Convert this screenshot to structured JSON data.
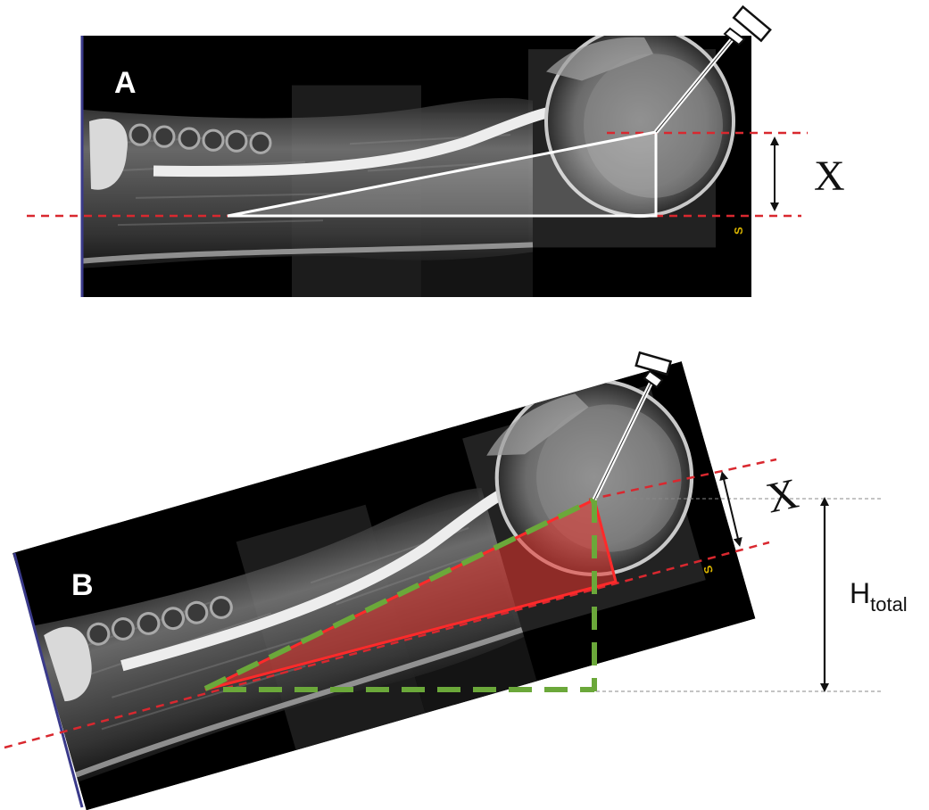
{
  "panels": {
    "a": {
      "label": "A",
      "distance_label": "X",
      "scanner_mark": "S"
    },
    "b": {
      "label": "B",
      "distance_label": "X",
      "height_label": "H",
      "height_subscript": "total",
      "scanner_mark": "S"
    }
  },
  "colors": {
    "background": "#000000",
    "reference_line": "#d9282f",
    "triangle_a": "#ffffff",
    "triangle_b": "#e8332b",
    "projection": "#6ba83a",
    "scanner_mark": "#d9b400",
    "dimension": "#111111"
  },
  "icons": {
    "transducer": "transducer-icon"
  }
}
